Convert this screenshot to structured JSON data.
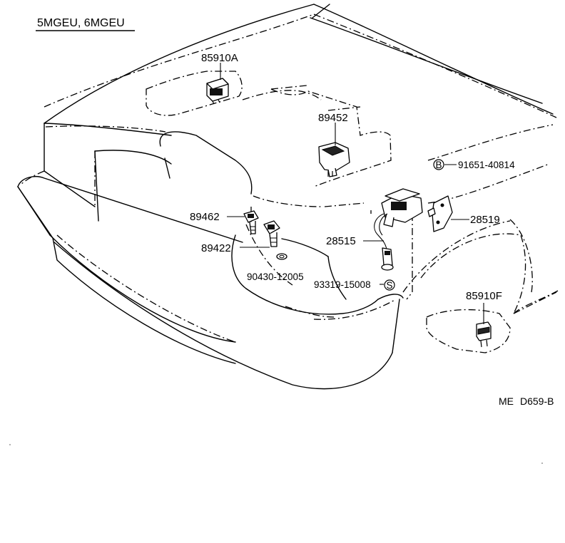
{
  "header": {
    "model_label": "5MGEU, 6MGEU"
  },
  "parts": {
    "p85910A": "85910A",
    "p89452": "89452",
    "p91651": "91651-40814",
    "p89462": "89462",
    "p28519": "28519",
    "p28515": "28515",
    "p89422": "89422",
    "p90430": "90430-12005",
    "p93319": "93319-15008",
    "p85910F": "85910F"
  },
  "symbols": {
    "bolt": "B",
    "screw": "S"
  },
  "footer": {
    "code_prefix": "ME",
    "code": "D659-B"
  }
}
